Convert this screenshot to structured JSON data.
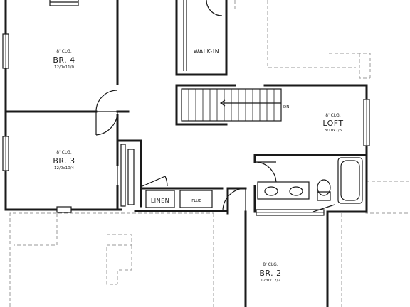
{
  "rooms": {
    "br4": {
      "ceiling": "8' CLG.",
      "name": "BR. 4",
      "size": "12/0x11/0"
    },
    "br3": {
      "ceiling": "8' CLG.",
      "name": "BR. 3",
      "size": "12/0x10/4"
    },
    "loft": {
      "ceiling": "8' CLG.",
      "name": "LOFT",
      "size": "8/10x7/6"
    },
    "br2": {
      "ceiling": "8' CLG.",
      "name": "BR. 2",
      "size": "12/0x12/2"
    }
  },
  "labels": {
    "walk_in": "WALK-IN",
    "linen": "LINEN",
    "flue": "FLUE",
    "stair_dn": "DN"
  }
}
